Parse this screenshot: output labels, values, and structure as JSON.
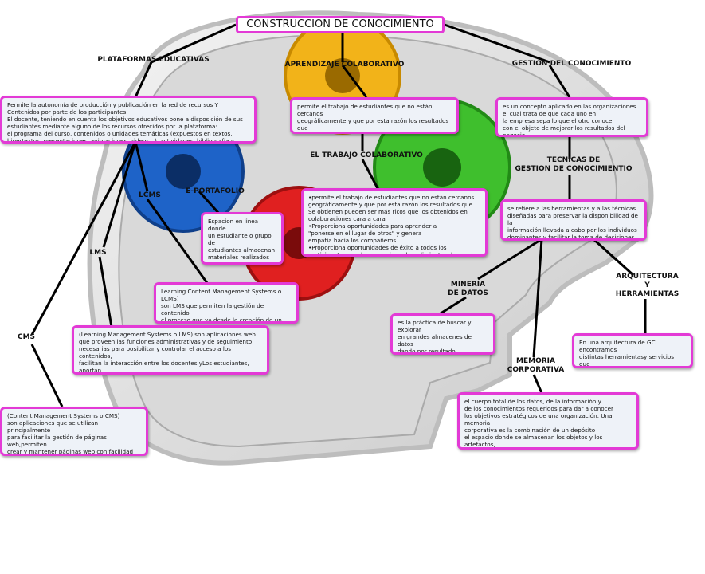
{
  "title": "CONSTRUCCION DE CONOCIMIENTO",
  "colors": {
    "border": "#e33ad6",
    "line": "#000000",
    "box_bg": "#eef2f8"
  },
  "labels": {
    "plataformas": "PLATAFORMAS EDUCATIVAS",
    "aprendizaje": "APRENDIZAJE COLABORATIVO",
    "gestion": "GESTION DEL CONOCIMIENTO",
    "trabajo": "EL TRABAJO COLABORATIVO",
    "tecnicas": "TECNICAS DE\nGESTION DE CONOCIMIENTIO",
    "lcms": "LCMS",
    "eportafolio": "E-PORTAFOLIO",
    "lms": "LMS",
    "cms": "CMS",
    "mineria": "MINERIA\nDE DATOS",
    "arquitectura": "ARQUITECTURA\nY\nHERRAMIENTAS",
    "memoria": "MEMORIA\nCORPORATIVA"
  },
  "boxes": {
    "plataformas": "Permite la autonomía de producción y publicación en la red de recursos Y\nContenidos por parte de los participantes.\nEl docente, teniendo en cuenta los objetivos educativos pone a disposición de sus\nestudiantes mediante alguno de los recursos ofrecidos por la plataforma:\nel programa del curso, contenidos o unidades temáticas (expuestos en textos,\nhipertextos, presentaciones, animaciones, videos...), actividades, bibliografía y evaluación",
    "aprendizaje": "permite el trabajo de estudiantes que no están cercanos\n geográficamente y que por esta razón los resultados que\nSe obtienen pueden ser más ricos que los obtenidos en\ncolaboraciones cara a cara",
    "gestion": "es un concepto aplicado en las organizaciones\nel cual trata de que cada uno en\nla empresa sepa lo que el otro conoce\ncon el objeto de mejorar los resultados del negocio",
    "trabajo": "•permite el trabajo de estudiantes que no están cercanos\n geográficamente y que por esta razón los resultados que\nSe obtienen pueden ser más ricos que los obtenidos en\ncolaboraciones cara a cara\n•Proporciona oportunidades para aprender a\n \"ponerse en el lugar de otros\" y genera\nempatía hacia los compañeros\n•Proporciona oportunidades de éxito a todos los\n participantes, por lo que mejora el rendimiento y la autoestima",
    "tecnicas": "se refiere a las herramientas y a las técnicas\n diseñadas para preservar la disponibilidad de la\ninformación llevada a cabo por los individuos\ndominantes y facilitar la toma de decisiones,\nasí como reducir el riesgo",
    "eportafolio": "Espacion en linea donde\nun estudiante o grupo de\nestudiantes almacenan\nmateriales realizados como\nproducto del desarrollo de\nactividades de un curso\nacademico",
    "lcms": "Learning Content Management Systems o LCMS)\nson LMS que permiten la gestión de contenido\nel proceso que va desde la creación de un Objeto\nde Aprendizaje (OA), que es la unidad mínima\nde contenido, hasta su publicación y seguimiento",
    "lms": "(Learning Management Systems o LMS) son aplicaciones web\nque proveen las funciones administrativas y de seguimiento\nnecesarias para posibilitar y controlar el acceso a los contenidos,\nfacilitan la interacción entre los docentes yLos estudiantes, aportan\nherramientas para la gestión de contenidos académicos\ny permiten el seguimiento y la evaluación.",
    "cms": "(Content Management Systems o CMS)\nson aplicaciones que se utilizan principalmente\npara facilitar la gestión de páginas web,permiten\ncrear y mantener páginas web con facilidad\ndando al usuario autonomía y permisos\n para realizar trabajos",
    "mineria": "es la práctica de buscar y explorar\nen grandes almacenes de datos\ndando por resultado\nel descubrimiento de patrones\ny reglas significativas",
    "arquitectura": "En una arquitectura de GC encontramos\ndistintas herramientasy servicios que\nconfiguran como resultado final\nuna solución GC completa",
    "memoria": "el cuerpo total de los datos, de la información y\nde los conocimientos requeridos para dar a conocer\n los objetivos estratégicos de una organización. Una memoria\ncorporativa es la combinación de un depósito\nel espacio donde se almacenan los objetos y los artefactos,\ny la comunidad (la gente que interactúa con esos objetos\npara aprender, tomar decisiones, y entender el contexto)"
  }
}
